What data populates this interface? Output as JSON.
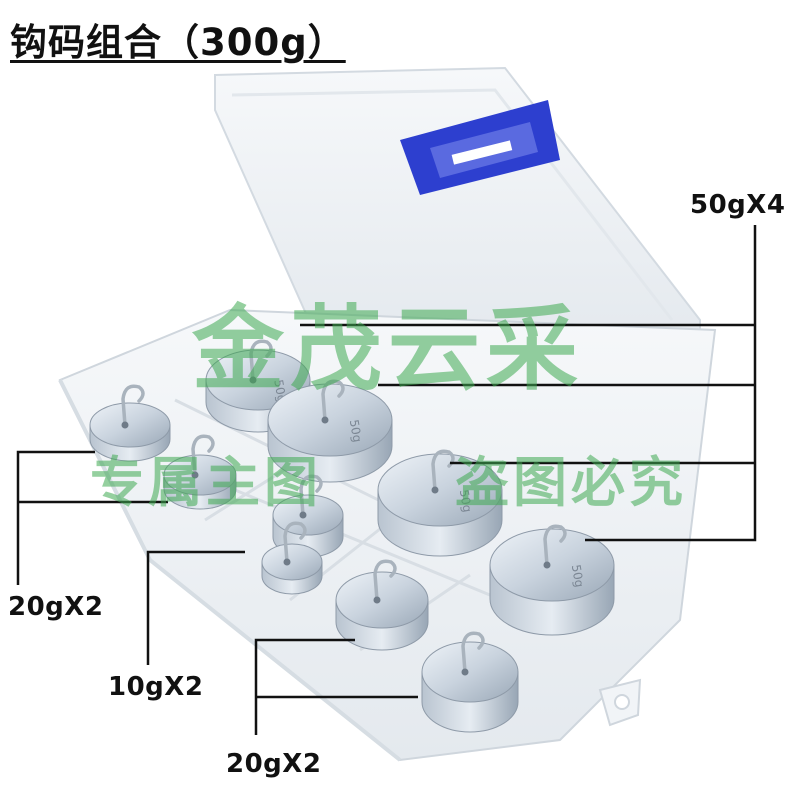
{
  "title": "钩码组合（300g）",
  "callouts": {
    "top_right": "50gX4",
    "left_upper": "20gX2",
    "left_middle": "10gX2",
    "bottom": "20gX2"
  },
  "watermark": {
    "brand": "金茂云采",
    "note_left": "专属主图",
    "note_right": "盗图必究"
  },
  "weight_engraving": "50g",
  "colors": {
    "text": "#111111",
    "watermark_green": "#3faa52",
    "clip_blue": "#2d3fcf"
  }
}
